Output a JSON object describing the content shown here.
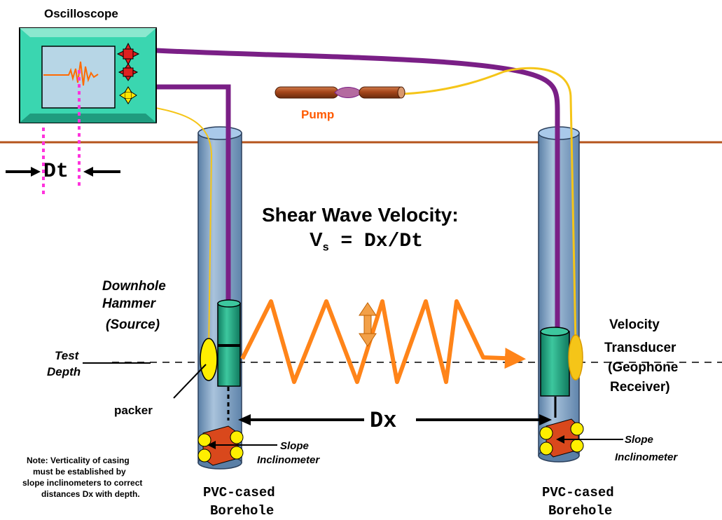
{
  "labels": {
    "oscilloscope": "Oscilloscope",
    "pump": "Pump",
    "delta_t": "Dt",
    "title_line1": "Shear Wave Velocity:",
    "formula_v": "V",
    "formula_sub": "s",
    "formula_rhs": " = Dx/Dt",
    "hammer_line1": "Downhole",
    "hammer_line2": "Hammer",
    "hammer_line3": "(Source)",
    "test_line1": "Test",
    "test_line2": "Depth",
    "packer": "packer",
    "velocity_line1": "Velocity",
    "velocity_line2": "Transducer",
    "velocity_line3": "(Geophone",
    "velocity_line4": "Receiver)",
    "delta_x": "Dx",
    "slope_left_line1": "Slope",
    "slope_left_line2": "Inclinometer",
    "slope_right_line1": "Slope",
    "slope_right_line2": "Inclinometer",
    "note_line1": "Note: Verticality of casing",
    "note_line2": "must be established by",
    "note_line3": "slope inclinometers to correct",
    "note_line4": "distances Dx with depth.",
    "borehole_left_line1": "PVC-cased",
    "borehole_left_line2": "Borehole",
    "borehole_right_line1": "PVC-cased",
    "borehole_right_line2": "Borehole"
  },
  "colors": {
    "ground": "#b5541c",
    "cable": "#7a1f86",
    "signal_wire": "#f5c518",
    "wave": "#ff8419",
    "pump_body": "#9c3d12",
    "scope_frame": "#3ad6b0",
    "scope_screen": "#b7d6e6",
    "casing": "#7fa3c7",
    "hammer": "#1aa37f",
    "packer": "#ffee00",
    "inclinometer": "#d9481c",
    "marker": "#ff33dd",
    "pump_label": "#ff5a00"
  }
}
